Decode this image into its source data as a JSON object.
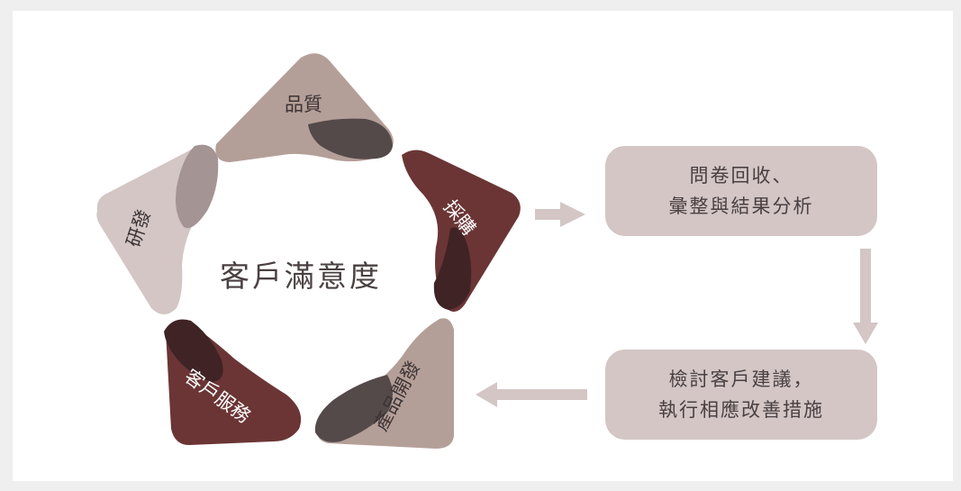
{
  "center": {
    "title": "客戶滿意度"
  },
  "petals": [
    {
      "label": "品質",
      "color": "#b49f98",
      "shade": "#544a4a"
    },
    {
      "label": "採購",
      "color": "#6b3535",
      "shade": "#402325"
    },
    {
      "label": "產品開發",
      "color": "#b49f98",
      "shade": "#544a4a"
    },
    {
      "label": "客戶服務",
      "color": "#6b3535",
      "shade": "#402325"
    },
    {
      "label": "研發",
      "color": "#d3c6c5",
      "shade": "#a59494"
    }
  ],
  "process": {
    "step1": {
      "line1": "問卷回收、",
      "line2": "彙整與結果分析"
    },
    "step2": {
      "line1": "檢討客戶建議，",
      "line2": "執行相應改善措施"
    }
  },
  "colors": {
    "arrow": "#d3c6c5",
    "box": "#d3c6c5",
    "text": "#4a4042"
  }
}
